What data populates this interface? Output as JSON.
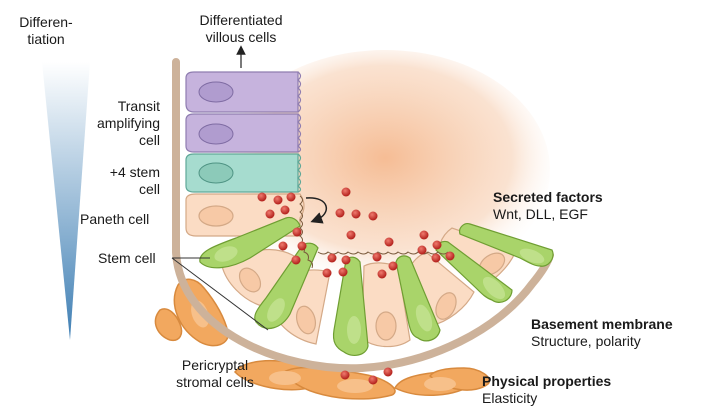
{
  "labels": {
    "differentiation": [
      "Differen-",
      "tiation"
    ],
    "differentiated_villous_cells": [
      "Differentiated",
      "villous cells"
    ],
    "transit_amplifying_cell": [
      "Transit",
      "amplifying",
      "cell"
    ],
    "plus4_stem_cell": [
      "+4 stem",
      "cell"
    ],
    "paneth_cell": "Paneth cell",
    "stem_cell": "Stem cell",
    "pericryptal_stromal_cells": [
      "Pericryptal",
      "stromal cells"
    ]
  },
  "factors": [
    {
      "title": "Secreted factors",
      "detail": "Wnt, DLL, EGF"
    },
    {
      "title": "Basement membrane",
      "detail": "Structure, polarity"
    },
    {
      "title": "Physical properties",
      "detail": "Elasticity"
    }
  ],
  "colors": {
    "villous_cell": "#c6b3dd",
    "plus4_stem_cell": "#a6dccf",
    "paneth_cell": "#fbdcc4",
    "stem_cell": "#a9d46a",
    "stromal_cell": "#f2a85f",
    "basement_membrane": "#cdb29a",
    "secreted_factor": "#c9342e",
    "niche_glow": "#f6c7a3",
    "gradient_top": "#ffffff",
    "gradient_bottom": "#3f7fb4"
  }
}
